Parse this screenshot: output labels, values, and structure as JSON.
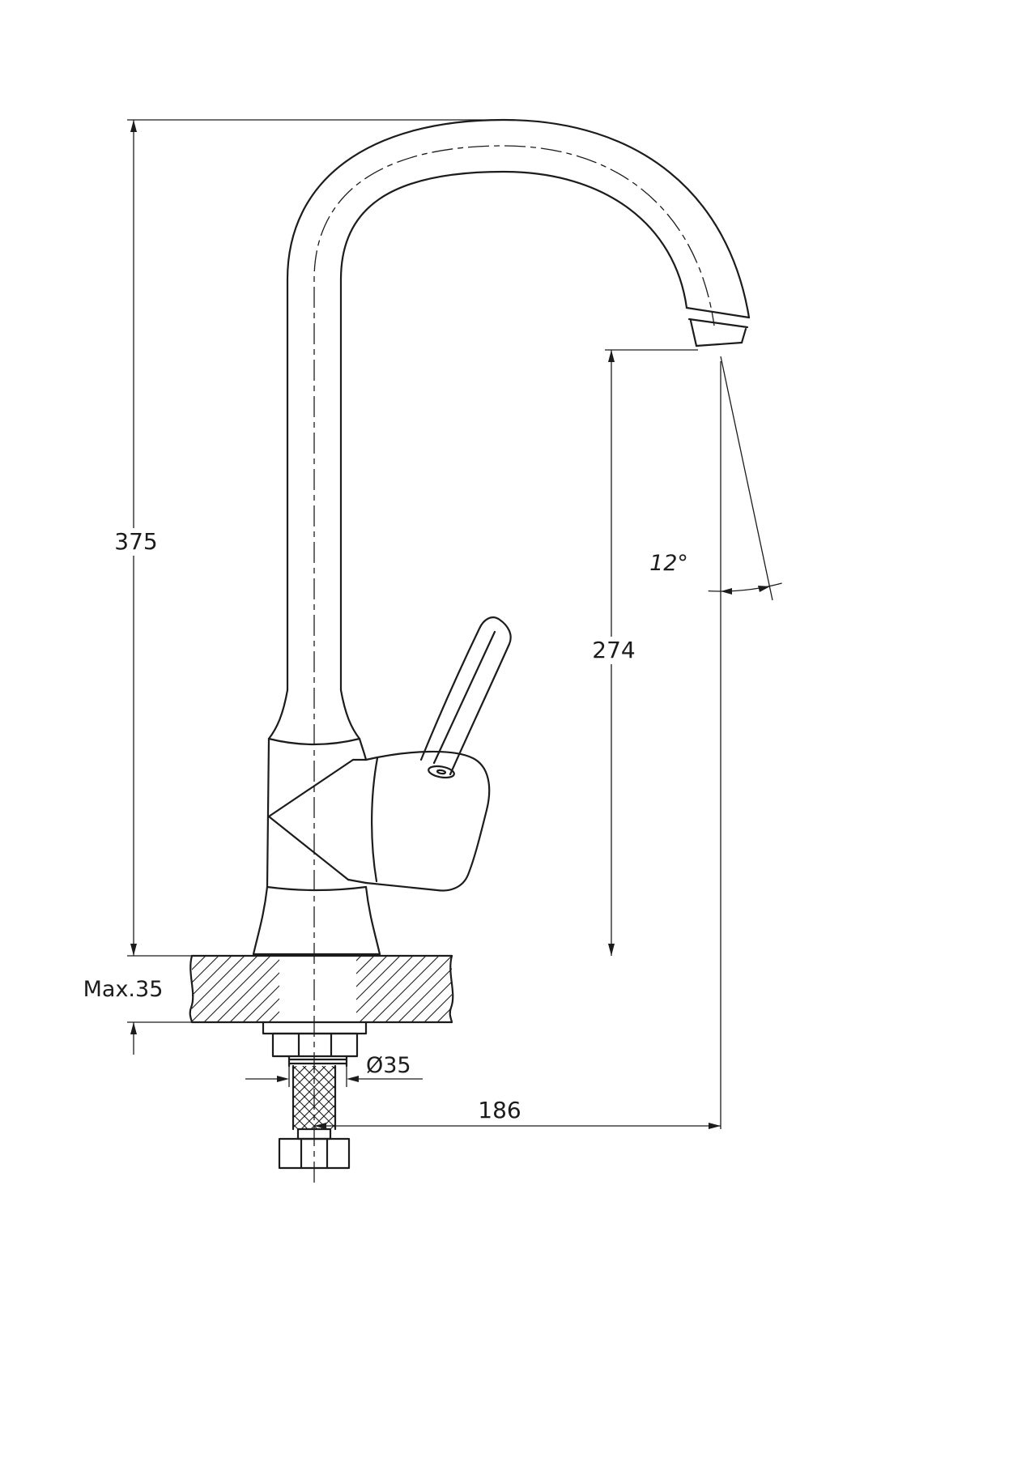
{
  "drawing": {
    "labels": {
      "total_height": "375",
      "outlet_height": "274",
      "outlet_angle": "12°",
      "max_mount_thickness": "Max.35",
      "hole_diameter": "Ø35",
      "spout_reach": "186"
    },
    "colors": {
      "line": "#1c1c1c",
      "background": "#ffffff"
    }
  }
}
